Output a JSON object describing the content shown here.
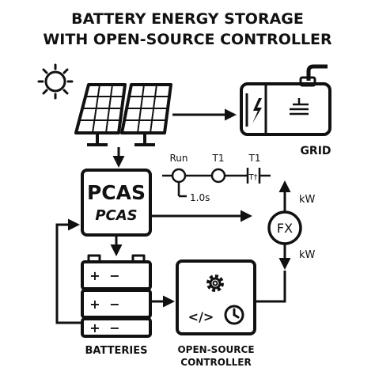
{
  "title_line1": "BATTERY ENERGY STORAGE",
  "title_line2": "WITH OPEN-SOURCE CONTROLLER",
  "grid_label": "GRID",
  "pcas_title": "PCAS",
  "pcas_subtitle": "PCAS",
  "ladder": {
    "run_label": "Run",
    "t1_label": "T1",
    "t1_contact_label": "T1",
    "contact_tag": "T†",
    "timer_label": "1.0s"
  },
  "fx_label": "FX",
  "kw_top": "kW",
  "kw_bottom": "kW",
  "batteries_label": "BATTERIES",
  "controller_label_line1": "OPEN-SOURCE",
  "controller_label_line2": "CONTROLLER",
  "code_symbol": "</>",
  "battery_signs": [
    "+",
    "−",
    "+",
    "−",
    "+",
    "−"
  ],
  "icons": [
    "sun-icon",
    "solar-panel-icon",
    "grid-cabinet-icon",
    "lightning-icon",
    "battery-icon",
    "gear-icon",
    "code-icon",
    "clock-icon"
  ],
  "colors": {
    "ink": "#111111",
    "background": "#ffffff"
  }
}
